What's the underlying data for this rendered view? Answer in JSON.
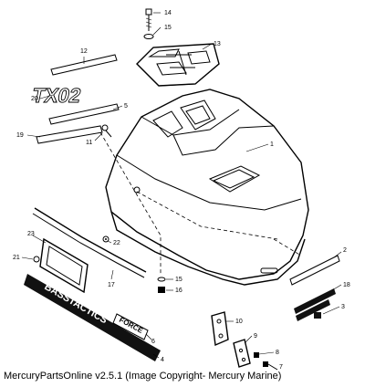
{
  "diagram": {
    "decals": {
      "model": "TX02",
      "brand_force": "FORCE",
      "brand_bass": "BASSTACTICS"
    },
    "callouts": {
      "c1": "1",
      "c2": "2",
      "c3": "3",
      "c4": "4",
      "c5": "5",
      "c6": "6",
      "c7": "7",
      "c8": "8",
      "c9": "9",
      "c10": "10",
      "c11": "11",
      "c12": "12",
      "c13": "13",
      "c14": "14",
      "c15a": "15",
      "c15b": "15",
      "c16": "16",
      "c17": "17",
      "c18": "18",
      "c19": "19",
      "c20": "20",
      "c21": "21",
      "c22": "22",
      "c23": "23"
    }
  },
  "footer": {
    "caption": "MercuryPartsOnline v2.5.1 (Image Copyright- Mercury Marine)"
  }
}
